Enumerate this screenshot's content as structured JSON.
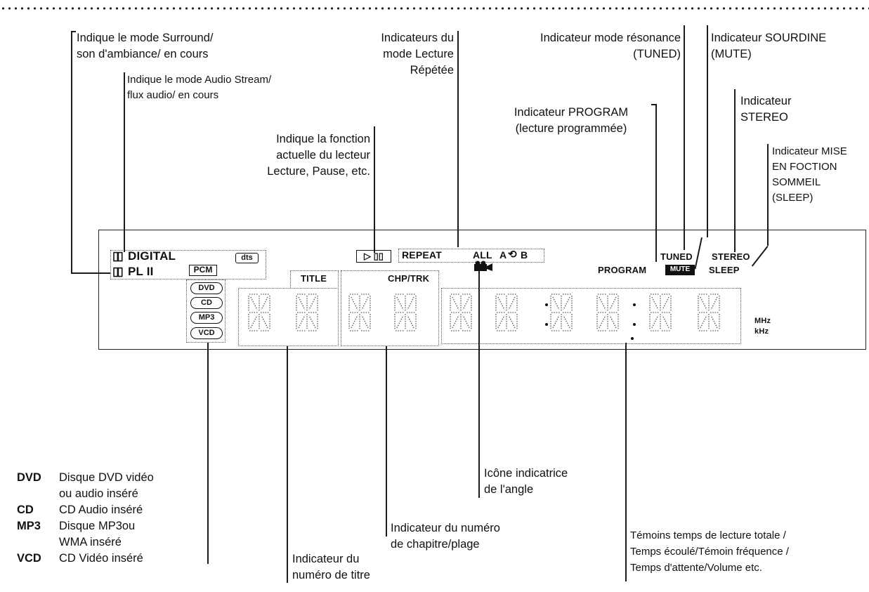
{
  "labels": {
    "surround": [
      "Indique le mode Surround/",
      "son d'ambiance/ en cours"
    ],
    "audio_stream": [
      "Indique le mode Audio Stream/",
      "flux audio/ en cours"
    ],
    "function": [
      "Indique la fonction",
      "actuelle du lecteur",
      "Lecture, Pause, etc."
    ],
    "repeat_mode": [
      "Indicateurs du",
      "mode Lecture",
      "Répétée"
    ],
    "resonance": [
      "Indicateur mode résonance",
      "(TUNED)"
    ],
    "mute": [
      "Indicateur SOURDINE",
      "(MUTE)"
    ],
    "program": [
      "Indicateur PROGRAM",
      "(lecture programmée)"
    ],
    "stereo": [
      "Indicateur",
      "STEREO"
    ],
    "sleep": [
      "Indicateur MISE",
      "EN FOCTION",
      "SOMMEIL",
      "(SLEEP)"
    ],
    "angle": [
      "Icône indicatrice",
      "de l'angle"
    ],
    "chapter": [
      "Indicateur du numéro",
      "de chapitre/plage"
    ],
    "title_num": [
      "Indicateur du",
      "numéro de titre"
    ],
    "time": [
      "Témoins temps de lecture totale /",
      "Temps écoulé/Témoin fréquence /",
      "Temps d'attente/Volume etc."
    ]
  },
  "legend": [
    {
      "key": "DVD",
      "desc": [
        "Disque DVD vidéo",
        "ou audio inséré"
      ]
    },
    {
      "key": "CD",
      "desc": [
        "CD Audio inséré"
      ]
    },
    {
      "key": "MP3",
      "desc": [
        "Disque MP3ou",
        "WMA inséré"
      ]
    },
    {
      "key": "VCD",
      "desc": [
        "CD Vidéo inséré"
      ]
    }
  ],
  "panel": {
    "digital": "DIGITAL",
    "pl2": "PL II",
    "dts": "dts",
    "pcm": "PCM",
    "discs": [
      "DVD",
      "CD",
      "MP3",
      "VCD"
    ],
    "title": "TITLE",
    "chptrk": "CHP/TRK",
    "play_pause": "▷ ▯▯",
    "repeat": "REPEAT",
    "all": "ALL",
    "a": "A",
    "b": "B",
    "tuned": "TUNED",
    "stereo": "STEREO",
    "program": "PROGRAM",
    "mute": "MUTE",
    "sleep": "SLEEP",
    "mhz": "MHz",
    "khz": "kHz"
  }
}
